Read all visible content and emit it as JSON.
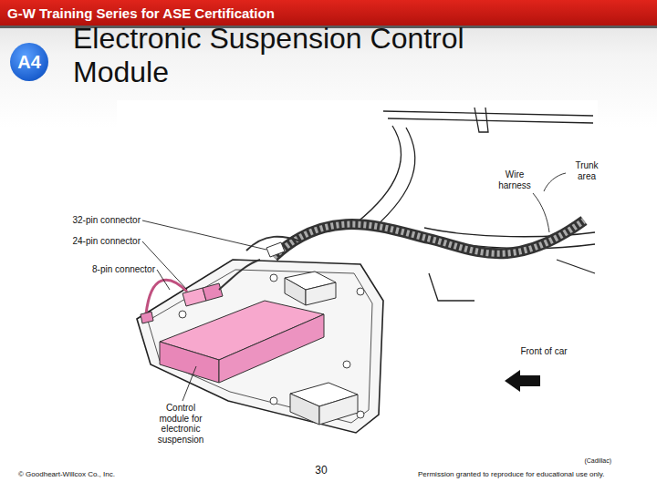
{
  "diagram": {
    "title": "Electronic Suspension Control Module",
    "nodes": [
      {
        "text": [
          "G-W Training Series for ASE Certification"
        ]
      },
      {
        "text": [
          "A4"
        ]
      }
    ],
    "labels": [
      "32-pin connector",
      "24-pin connector",
      "8-pin connector",
      "Wire harness",
      "Trunk area",
      "Front of car",
      "Control module for electronic suspension",
      "(Cadillac)",
      "© Goodheart-Willcox Co., Inc.",
      "30",
      "Permission granted to reproduce for educational use only."
    ]
  }
}
